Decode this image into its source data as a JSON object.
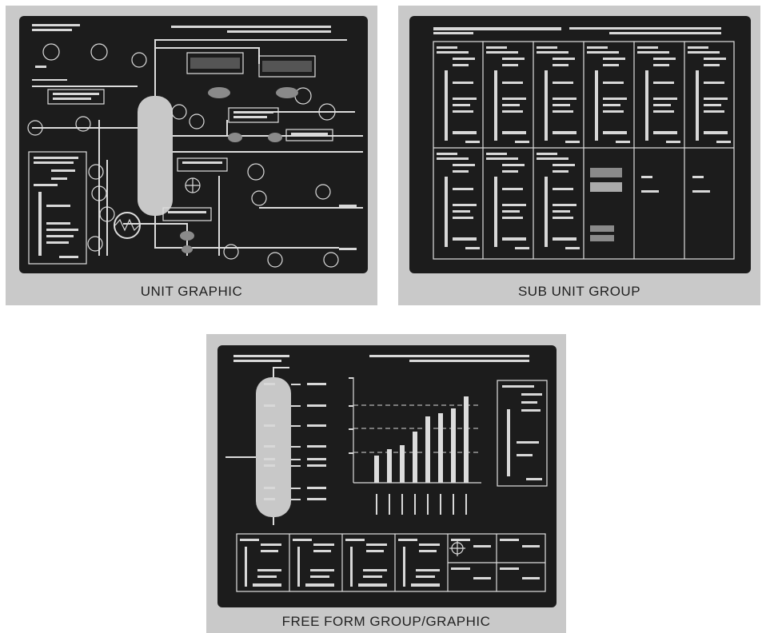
{
  "panels": {
    "unit_graphic": {
      "caption": "UNIT GRAPHIC"
    },
    "sub_unit_group": {
      "caption": "SUB UNIT GROUP"
    },
    "free_form": {
      "caption": "FREE FORM GROUP/GRAPHIC"
    }
  },
  "colors": {
    "screen": "#1c1c1c",
    "phosphor": "#e0e0e0",
    "frame": "#c9c9c9",
    "vessel": "#c8c8c8"
  }
}
